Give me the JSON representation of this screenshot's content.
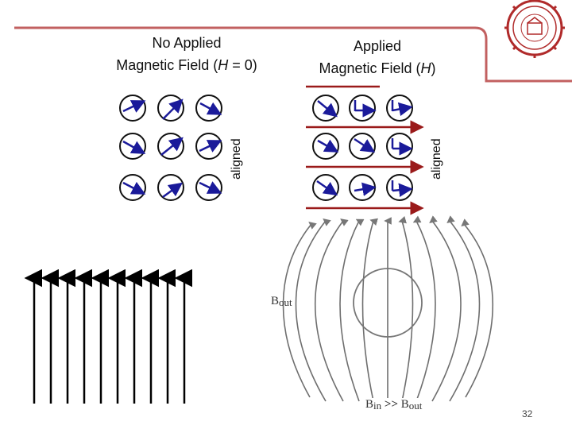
{
  "left_panel": {
    "title_line1": "No Applied",
    "title_line2_prefix": "Magnetic Field (",
    "title_line2_var": "H",
    "title_line2_suffix": " = 0)",
    "side_label": "aligned"
  },
  "right_panel": {
    "title_line1": "Applied",
    "title_line2_prefix": "Magnetic Field (",
    "title_line2_var": "H",
    "title_line2_suffix": ")",
    "side_label": "aligned"
  },
  "field_figure": {
    "b_out_label": "Bout",
    "b_out_base": "B",
    "b_out_sub": "out",
    "relation_label": "Bin >> Bout",
    "relation_b1": "B",
    "relation_sub1": "in",
    "relation_op": " >> ",
    "relation_b2": "B",
    "relation_sub2": "out"
  },
  "page_number": "32",
  "logo_icon": "university-seal-icon",
  "colors": {
    "accent_line": "#b34a4a",
    "moment_arrow": "#1a1a9a",
    "field_arrow": "#9a1a1a",
    "up_arrow": "#000000"
  }
}
